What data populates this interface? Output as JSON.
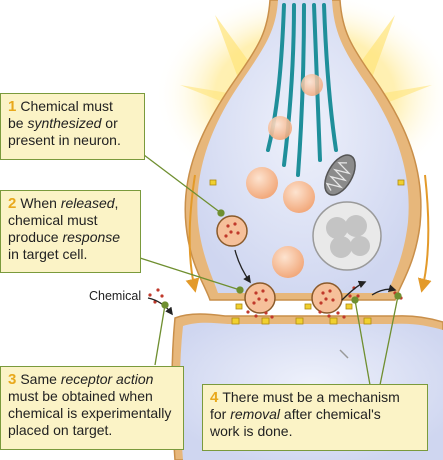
{
  "chemical_label": "Chemical",
  "boxes": [
    {
      "number": "1",
      "parts": [
        {
          "t": "Chemical must",
          "i": false,
          "br": true
        },
        {
          "t": "be ",
          "i": false
        },
        {
          "t": "synthesized",
          "i": true
        },
        {
          "t": " or",
          "i": false,
          "br": true
        },
        {
          "t": "present in neuron.",
          "i": false
        }
      ]
    },
    {
      "number": "2",
      "parts": [
        {
          "t": "When ",
          "i": false
        },
        {
          "t": "released",
          "i": true
        },
        {
          "t": ",",
          "i": false,
          "br": true
        },
        {
          "t": "chemical must",
          "i": false,
          "br": true
        },
        {
          "t": "produce ",
          "i": false
        },
        {
          "t": "response",
          "i": true,
          "br": true
        },
        {
          "t": "in target cell.",
          "i": false
        }
      ]
    },
    {
      "number": "3",
      "parts": [
        {
          "t": "Same ",
          "i": false
        },
        {
          "t": "receptor action",
          "i": true,
          "br": true
        },
        {
          "t": "must be obtained when",
          "i": false,
          "br": true
        },
        {
          "t": "chemical is experimentally",
          "i": false,
          "br": true
        },
        {
          "t": "placed on target.",
          "i": false
        }
      ]
    },
    {
      "number": "4",
      "parts": [
        {
          "t": "There must be a mechanism",
          "i": false,
          "br": true
        },
        {
          "t": "for ",
          "i": false
        },
        {
          "t": "removal",
          "i": true
        },
        {
          "t": " after chemical's",
          "i": false,
          "br": true
        },
        {
          "t": "work is done.",
          "i": false
        }
      ]
    }
  ],
  "colors": {
    "box_fill": "#fbf3c6",
    "box_border": "#7a9a3c",
    "number": "#e8a81c",
    "membrane": "#e7b77b",
    "terminal_inner": "#dfe4f7",
    "microtubule": "#1f8f9a",
    "vesicle": "#f6c09a",
    "glow": "#fff2a0"
  }
}
